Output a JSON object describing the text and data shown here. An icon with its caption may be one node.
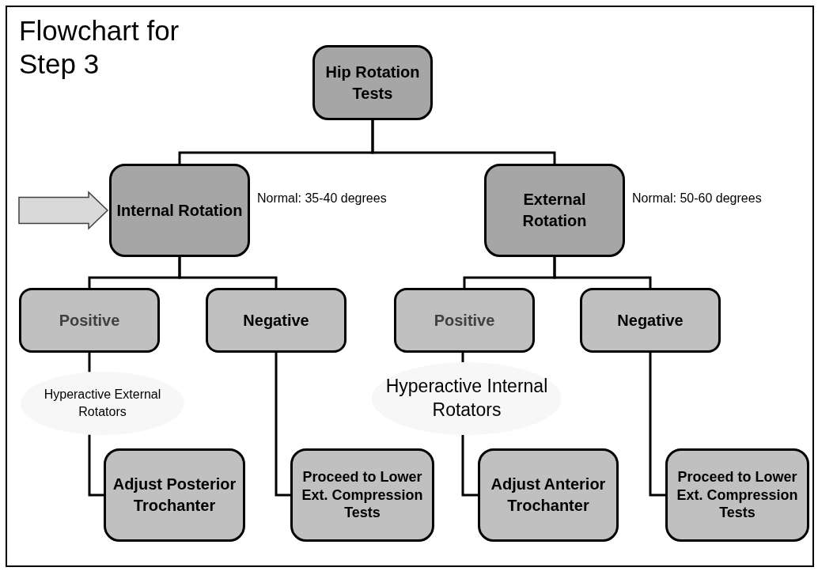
{
  "diagram": {
    "title": "Flowchart for Step 3",
    "nodes": [
      {
        "text": [
          "Hip Rotation Tests"
        ]
      },
      {
        "text": [
          "Internal Rotation"
        ],
        "beside": [
          "Normal: 35-40 degrees"
        ]
      },
      {
        "text": [
          "External Rotation"
        ],
        "beside": [
          "Normal: 50-60 degrees"
        ]
      },
      {
        "text": [
          "Positive"
        ]
      },
      {
        "text": [
          "Negative"
        ]
      },
      {
        "text": [
          "Positive"
        ]
      },
      {
        "text": [
          "Negative"
        ]
      },
      {
        "text": [
          "Hyperactive External Rotators"
        ]
      },
      {
        "text": [
          "Adjust Posterior Trochanter"
        ]
      },
      {
        "text": [
          "Proceed to Lower Ext. Compression Tests"
        ]
      },
      {
        "text": [
          "Hyperactive Internal Rotators"
        ]
      },
      {
        "text": [
          "Adjust Anterior Trochanter"
        ]
      },
      {
        "text": [
          "Proceed to Lower Ext. Compression Tests"
        ]
      }
    ],
    "edges": [
      {
        "from": 0,
        "to": 1,
        "arrow": "none"
      },
      {
        "from": 0,
        "to": 2,
        "arrow": "none"
      },
      {
        "from": 1,
        "to": 3,
        "arrow": "none"
      },
      {
        "from": 1,
        "to": 4,
        "arrow": "none"
      },
      {
        "from": 2,
        "to": 5,
        "arrow": "none"
      },
      {
        "from": 2,
        "to": 6,
        "arrow": "none"
      },
      {
        "from": 3,
        "to": 7,
        "arrow": "none"
      },
      {
        "from": 7,
        "to": 8,
        "arrow": "none"
      },
      {
        "from": 4,
        "to": 9,
        "arrow": "none"
      },
      {
        "from": 5,
        "to": 10,
        "arrow": "none"
      },
      {
        "from": 10,
        "to": 11,
        "arrow": "none"
      },
      {
        "from": 6,
        "to": 12,
        "arrow": "none"
      },
      {
        "from": null,
        "to": 1,
        "arrow": "to",
        "style": "thick"
      }
    ]
  }
}
